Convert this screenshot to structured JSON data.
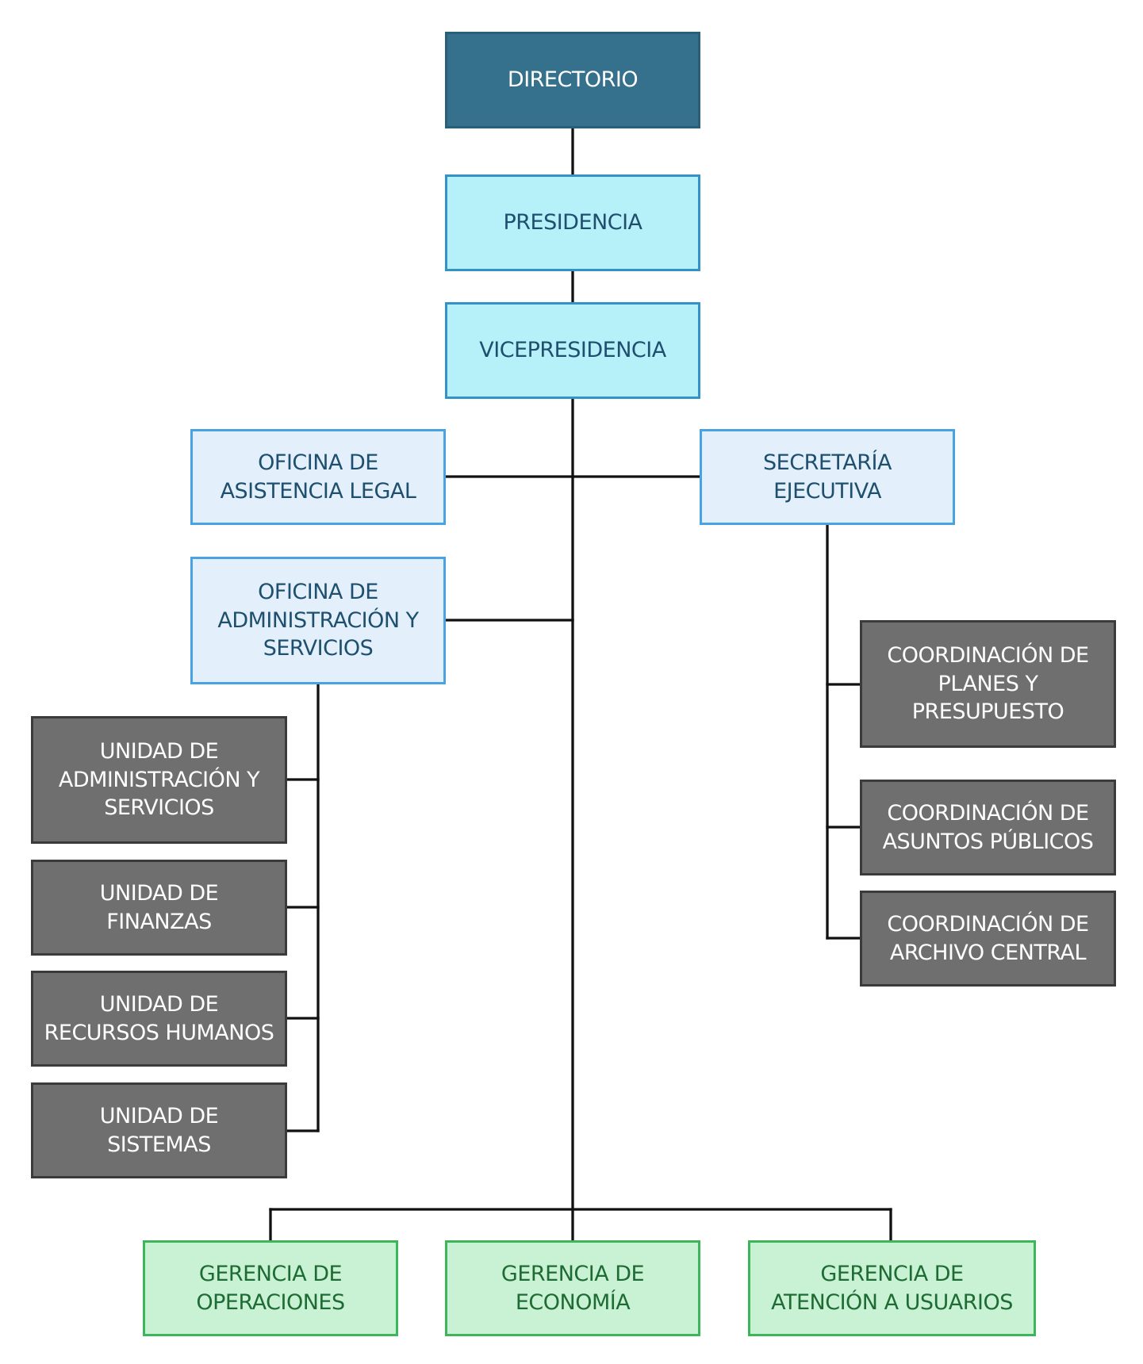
{
  "nodes": {
    "directorio": "DIRECTORIO",
    "presidencia": "PRESIDENCIA",
    "vicepresidencia": "VICEPRESIDENCIA",
    "asistencia_legal": "OFICINA DE\nASISTENCIA LEGAL",
    "secretaria": "SECRETARÍA\nEJECUTIVA",
    "administracion": "OFICINA DE\nADMINISTRACIÓN Y\nSERVICIOS",
    "unidad_admin": "UNIDAD DE\nADMINISTRACIÓN Y\nSERVICIOS",
    "unidad_finanzas": "UNIDAD DE\nFINANZAS",
    "unidad_rrhh": "UNIDAD DE\nRECURSOS HUMANOS",
    "unidad_sistemas": "UNIDAD DE\nSISTEMAS",
    "coord_planes": "COORDINACIÓN DE\nPLANES Y\nPRESUPUESTO",
    "coord_asuntos": "COORDINACIÓN DE\nASUNTOS PÚBLICOS",
    "coord_archivo": "COORDINACIÓN DE\nARCHIVO CENTRAL",
    "gerencia_operaciones": "GERENCIA DE\nOPERACIONES",
    "gerencia_economia": "GERENCIA DE\nECONOMÍA",
    "gerencia_atencion": "GERENCIA DE\nATENCIÓN A USUARIOS"
  },
  "colors": {
    "top": "#35718d",
    "executive": "#b6f0f8",
    "office": "#e3f0fb",
    "unit": "#6f6f6f",
    "management": "#c8f2d3"
  }
}
